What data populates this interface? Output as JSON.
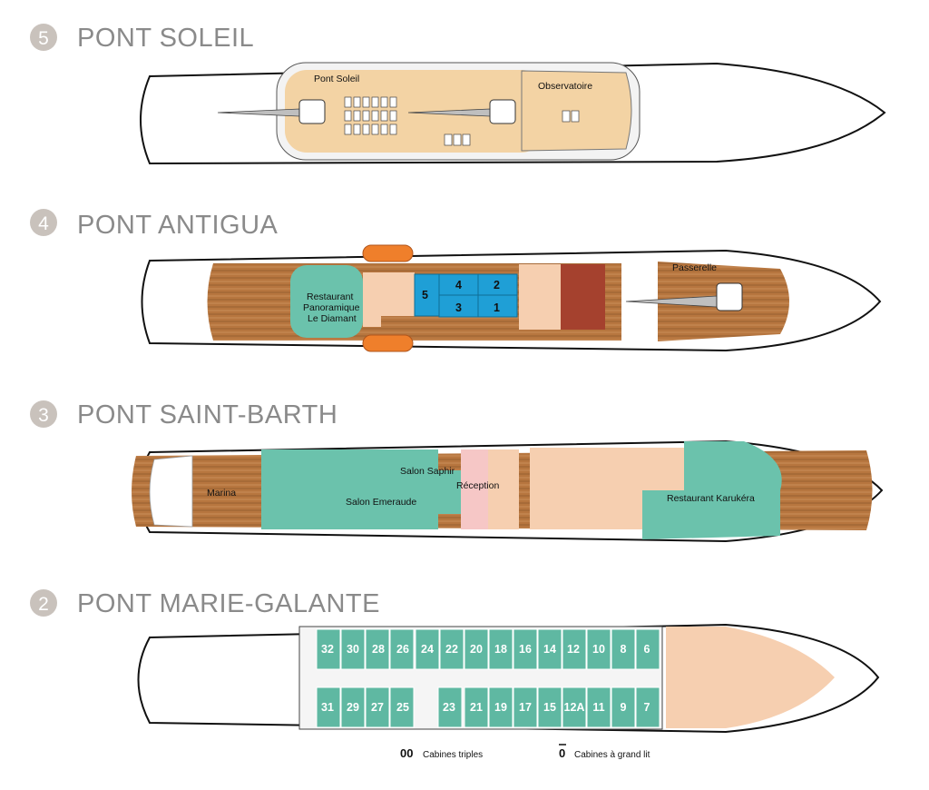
{
  "decks": [
    {
      "number": "5",
      "title": "PONT SOLEIL",
      "areas": [
        "Pont Soleil",
        "Observatoire"
      ]
    },
    {
      "number": "4",
      "title": "PONT ANTIGUA",
      "areas": [
        "Restaurant",
        "Panoramique",
        "Le Diamant",
        "Passerelle"
      ],
      "cabins": [
        "5",
        "4",
        "2",
        "3",
        "1"
      ]
    },
    {
      "number": "3",
      "title": "PONT SAINT-BARTH",
      "areas": [
        "Marina",
        "Salon Emeraude",
        "Salon Saphir",
        "Réception",
        "Restaurant Karukéra"
      ]
    },
    {
      "number": "2",
      "title": "PONT MARIE-GALANTE",
      "cabins_top": [
        "32",
        "30",
        "28",
        "26",
        "24",
        "22",
        "20",
        "18",
        "16",
        "14",
        "12",
        "10",
        "8",
        "6"
      ],
      "cabins_bottom": [
        "31",
        "29",
        "27",
        "25",
        "23",
        "21",
        "19",
        "17",
        "15",
        "12A",
        "11",
        "9",
        "7"
      ]
    }
  ],
  "legend": {
    "triple_symbol": "00",
    "triple_label": "Cabines triples",
    "double_symbol": "0",
    "double_label": "Cabines à grand lit"
  },
  "colors": {
    "title_gray": "#8a8a8a",
    "badge_gray": "#c9c2bc",
    "sun_deck": "#f3d3a4",
    "wood": "#b7763f",
    "teal": "#6bc2ac",
    "cabin_teal": "#5fb8a2",
    "blue": "#1f9fd6",
    "peach": "#f6cfb0",
    "pink": "#f6c7c6",
    "brick": "#a5412e",
    "orange": "#ef7f2b"
  }
}
